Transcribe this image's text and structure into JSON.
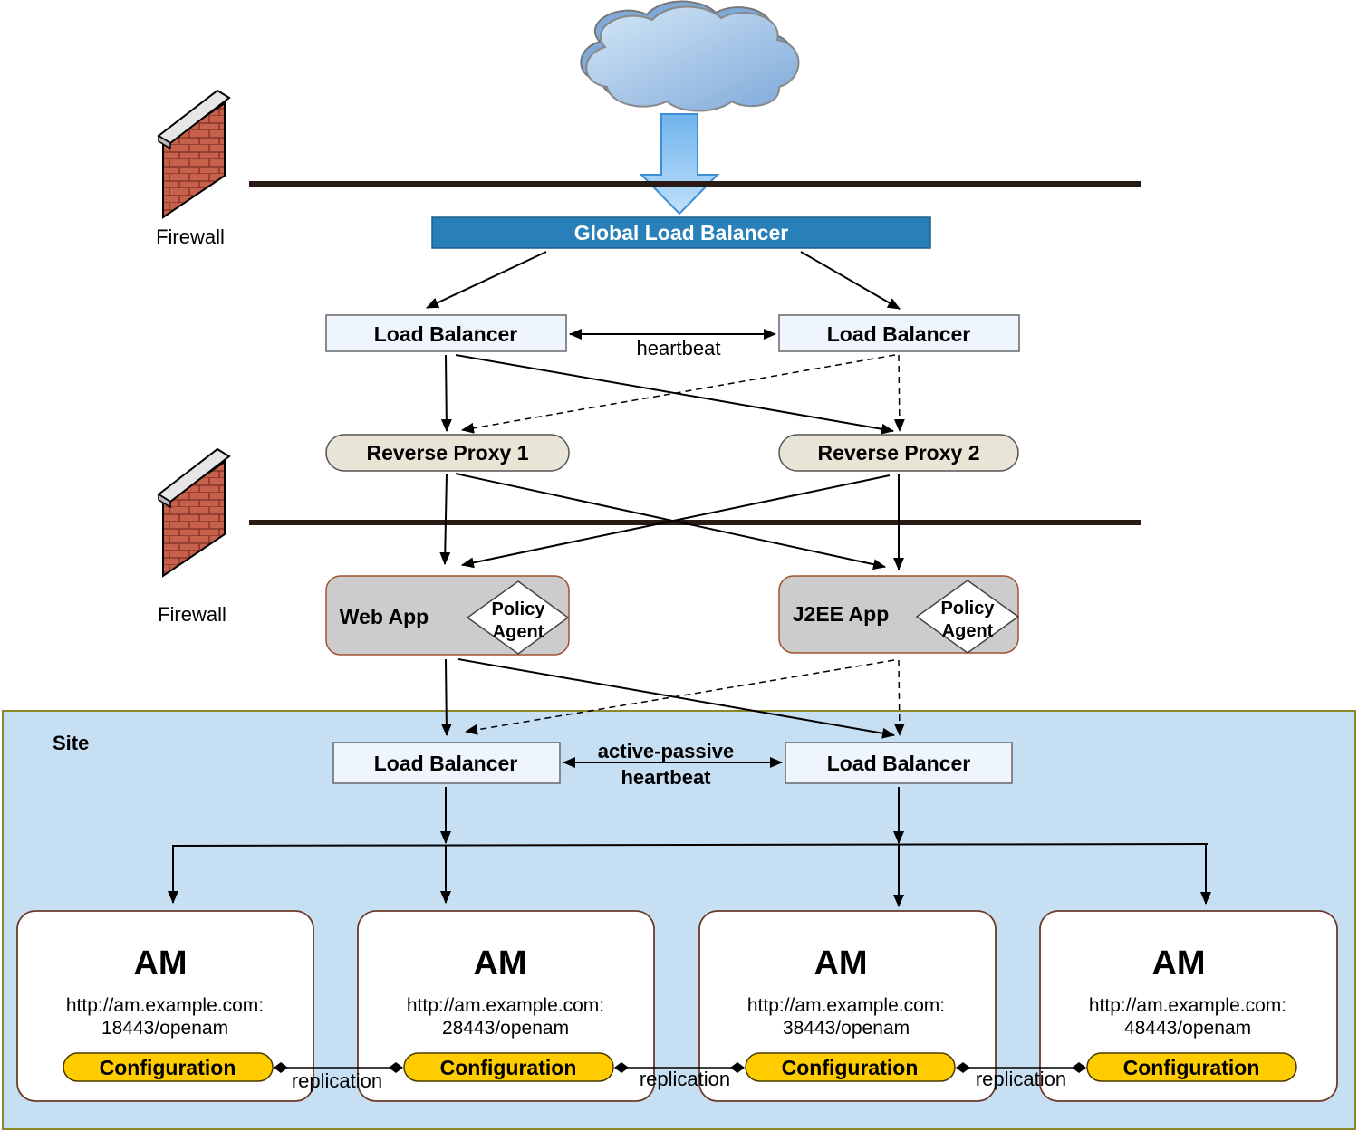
{
  "firewall_top": {
    "label": "Firewall"
  },
  "firewall_bottom": {
    "label": "Firewall"
  },
  "global_lb": {
    "label": "Global Load Balancer"
  },
  "lb_top_left": {
    "label": "Load Balancer"
  },
  "lb_top_right": {
    "label": "Load Balancer"
  },
  "heartbeat_label": "heartbeat",
  "rp1": {
    "label": "Reverse Proxy 1"
  },
  "rp2": {
    "label": "Reverse Proxy 2"
  },
  "web_app": {
    "label": "Web App",
    "agent_line1": "Policy",
    "agent_line2": "Agent"
  },
  "j2ee_app": {
    "label": "J2EE App",
    "agent_line1": "Policy",
    "agent_line2": "Agent"
  },
  "site": {
    "label": "Site"
  },
  "lb_site_left": {
    "label": "Load Balancer"
  },
  "lb_site_right": {
    "label": "Load Balancer"
  },
  "active_passive": {
    "line1": "active-passive",
    "line2": "heartbeat"
  },
  "am_servers": [
    {
      "title": "AM",
      "url_line1": "http://am.example.com:",
      "url_line2": "18443/openam",
      "config": "Configuration"
    },
    {
      "title": "AM",
      "url_line1": "http://am.example.com:",
      "url_line2": "28443/openam",
      "config": "Configuration"
    },
    {
      "title": "AM",
      "url_line1": "http://am.example.com:",
      "url_line2": "38443/openam",
      "config": "Configuration"
    },
    {
      "title": "AM",
      "url_line1": "http://am.example.com:",
      "url_line2": "48443/openam",
      "config": "Configuration"
    }
  ],
  "replication_labels": [
    "replication",
    "replication",
    "replication"
  ],
  "colors": {
    "global_lb_fill": "#2980b9",
    "lb_fill": "#eef5fc",
    "proxy_fill": "#e8e4d6",
    "app_fill": "#cccccc",
    "site_fill": "#c6dff2",
    "site_border": "#8a8a2a",
    "config_fill": "#ffcc00",
    "brick": "#c8614c",
    "cloud": "#a9cce8"
  }
}
